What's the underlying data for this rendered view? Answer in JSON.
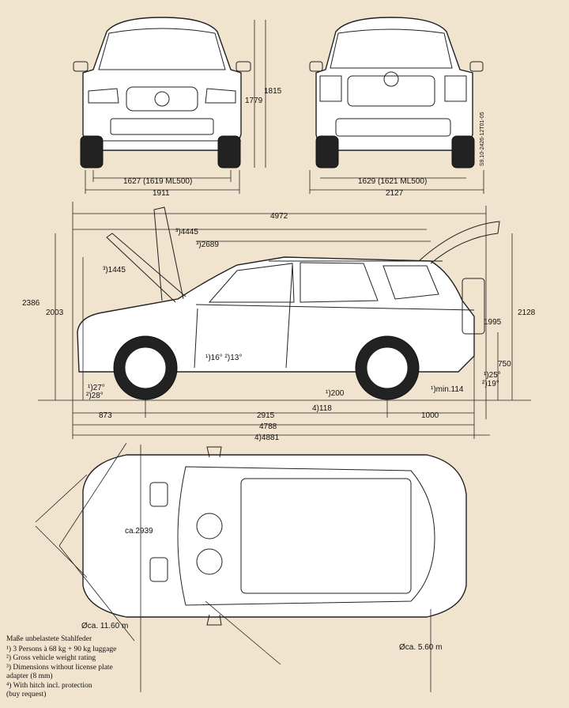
{
  "front_view": {
    "track": "1627 (1619 ML500)",
    "width": "1911",
    "height_a": "1779",
    "height_b": "1815"
  },
  "rear_view": {
    "track": "1629 (1621 ML500)",
    "width": "2127",
    "code": "S9.10-2426-12T01-05"
  },
  "side_view": {
    "overall_length_open": "4972",
    "hatch_reach": "³)4445",
    "door_open": "³)2689",
    "hood_reach": "³)1445",
    "height_open": "2386",
    "height": "2003",
    "rear_height_open": "2128",
    "rear_height": "1995",
    "rear_step": "750",
    "approach_angle": "¹)27°",
    "approach_angle_b": "²)28°",
    "breakover_angle": "¹)16° ²)13°",
    "departure_angle": "¹)25°",
    "departure_angle_b": "²)19°",
    "ground_clearance": "¹)200",
    "rear_clearance": "¹)min.114",
    "front_overhang": "873",
    "wheelbase": "2915",
    "rear_overhang": "1000",
    "rear_axle_to_end": "4)118",
    "length": "4788",
    "length_hitch": "4)4881"
  },
  "top_view": {
    "width_diagonal": "ca.2939",
    "turning_front": "Øca. 11.60 m",
    "turning_rear": "Øca. 5.60 m"
  },
  "legend": {
    "title": "Maße unbelastete Stahlfeder",
    "items": [
      "¹) 3 Persons à 68 kg + 90 kg luggage",
      "²) Gross vehicle weight rating",
      "³) Dimensions without license plate",
      "    adapter (8 mm)",
      "⁴) With hitch incl. protection",
      "    (buy request)"
    ]
  }
}
